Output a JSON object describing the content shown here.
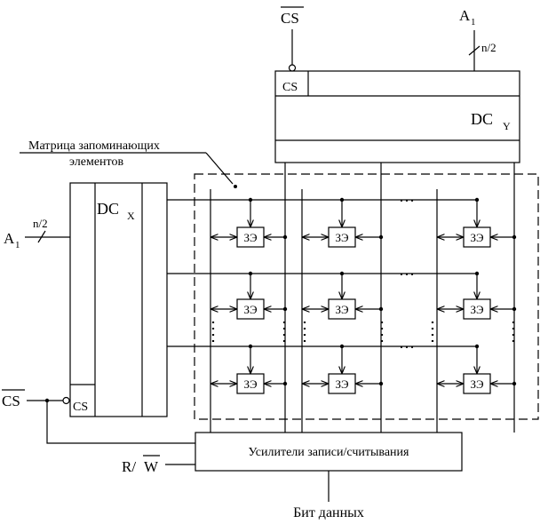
{
  "labels": {
    "cs_top": "CS",
    "a1_top": "A",
    "a1_top_sub": "1",
    "n2_top": "n/2",
    "cs_y": "CS",
    "dc_y": "DC",
    "dc_y_sub": "Y",
    "matrix_line1": "Матрица запоминающих",
    "matrix_line2": "элементов",
    "dc_x": "DC",
    "dc_x_sub": "X",
    "a1_left": "A",
    "a1_left_sub": "1",
    "n2_left": "n/2",
    "cs_left": "CS",
    "cs_x": "CS",
    "amp": "Усилители записи/считывания",
    "rw_r": "R/",
    "rw_w": "W",
    "data_bit": "Бит данных",
    "dots": "…",
    "cell": "ЗЭ"
  }
}
